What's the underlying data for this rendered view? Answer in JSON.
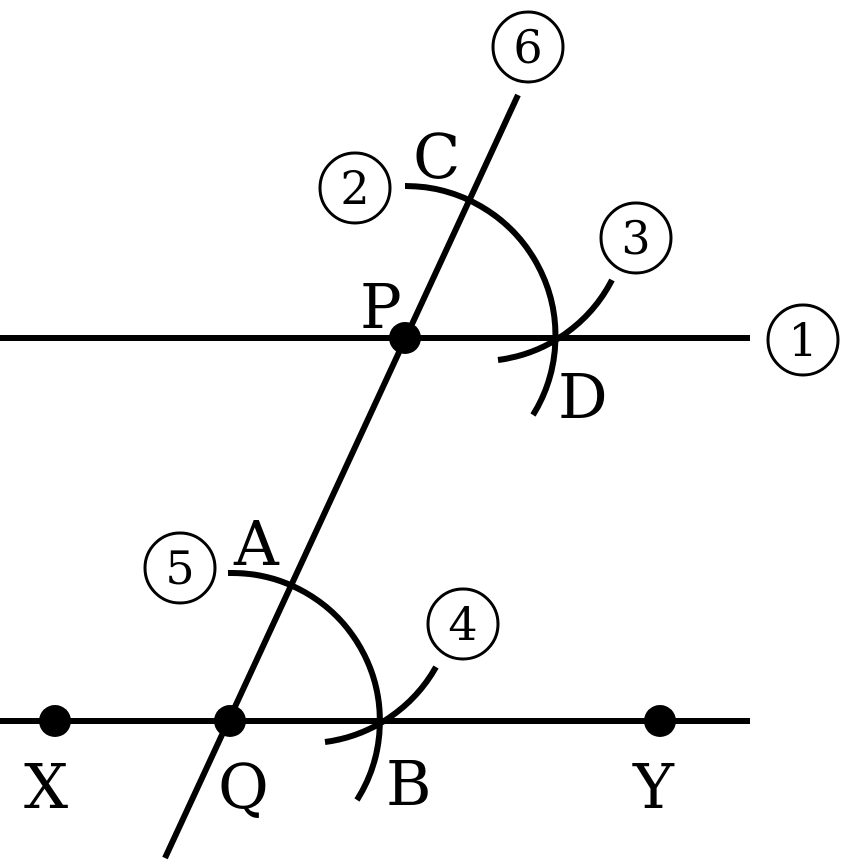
{
  "points": {
    "P": "P",
    "Q": "Q",
    "A": "A",
    "B": "B",
    "C": "C",
    "D": "D",
    "X": "X",
    "Y": "Y"
  },
  "steps": [
    "1",
    "2",
    "3",
    "4",
    "5",
    "6"
  ],
  "colors": {
    "ink": "#000000",
    "background": "#ffffff"
  }
}
